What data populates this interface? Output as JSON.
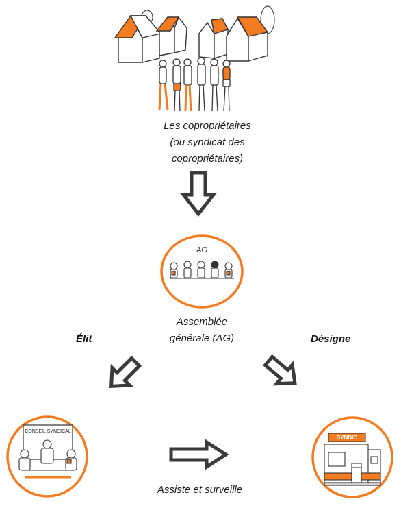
{
  "owners": {
    "caption_lines": [
      "Les copropriétaires",
      "(ou syndicat des",
      "copropriétaires)"
    ]
  },
  "assembly": {
    "badge": "AG",
    "caption_lines": [
      "Assemblée",
      "générale (AG)"
    ]
  },
  "council": {
    "sign": "CONSEIL SYNDICAL"
  },
  "syndic": {
    "sign": "SYNDIC"
  },
  "edges": {
    "elects": "Élit",
    "designates": "Désigne",
    "assists": "Assiste et surveille"
  },
  "colors": {
    "accent": "#f47b20",
    "outline": "#333333",
    "arrow_border": "#3a3a3a"
  }
}
